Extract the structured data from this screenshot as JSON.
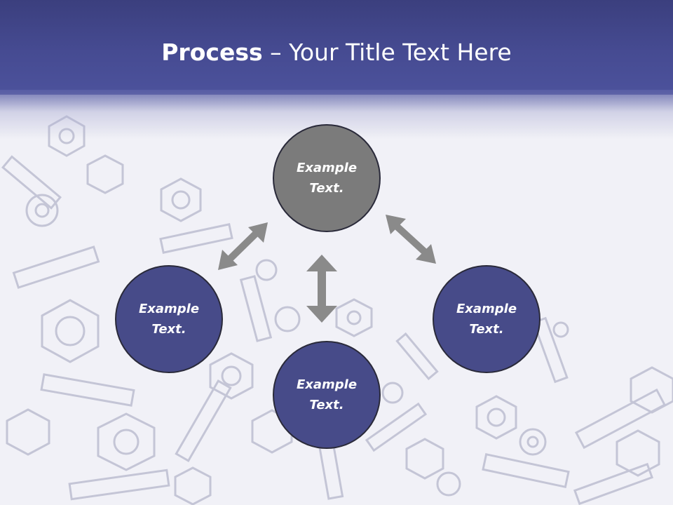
{
  "slide": {
    "title_bold": "Process",
    "title_rest": " – Your Title Text Here"
  },
  "nodes": [
    {
      "line1": "Example",
      "line2": "Text."
    },
    {
      "line1": "Example",
      "line2": "Text."
    },
    {
      "line1": "Example",
      "line2": "Text."
    },
    {
      "line1": "Example",
      "line2": "Text."
    }
  ],
  "colors": {
    "header": "#464b92",
    "circle_gray": "#7b7b7b",
    "circle_blue": "#474b89",
    "arrow": "#8a8a8a"
  }
}
